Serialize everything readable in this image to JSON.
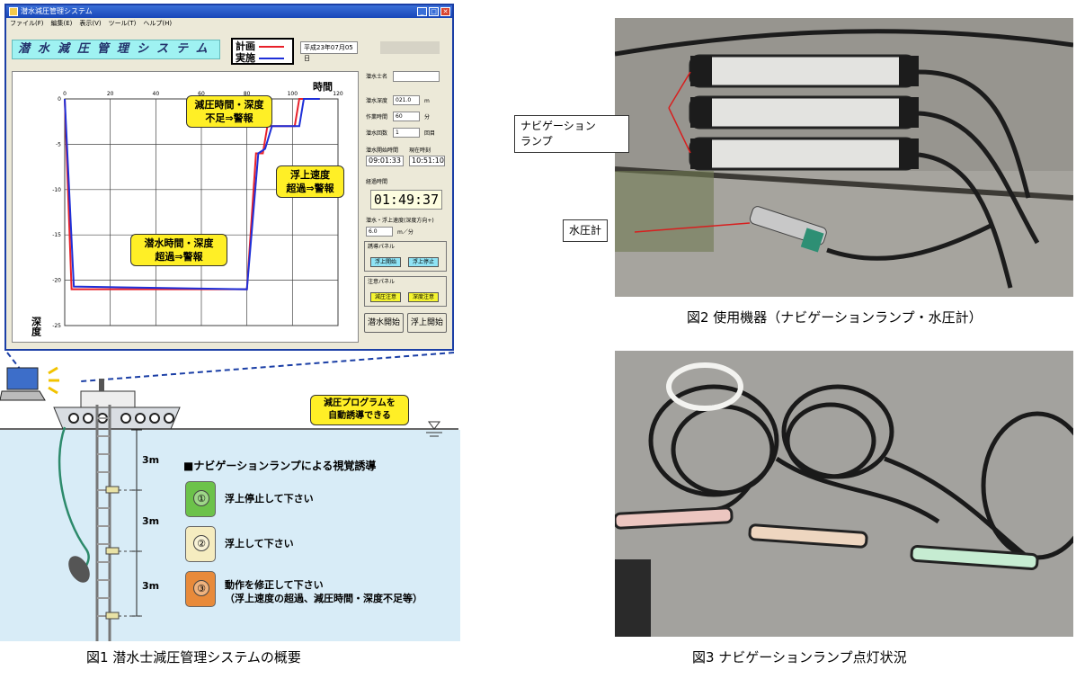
{
  "figure1": {
    "caption": "図1 潜水士減圧管理システムの概要",
    "window": {
      "title": "潜水減圧管理システム",
      "menu": [
        "ファイル(F)",
        "編集(E)",
        "表示(V)",
        "ツール(T)",
        "ヘルプ(H)"
      ],
      "controls": [
        "_",
        "□",
        "✕"
      ]
    },
    "app_header": "潜水減圧管理システム",
    "legend": {
      "plan": "計画",
      "actual": "実施",
      "plan_color": "#e8202a",
      "actual_color": "#1e2fd8"
    },
    "date": "平成23年07月05日",
    "right_panel": {
      "diver_name_label": "潜水士名",
      "diver_name_value": "",
      "depth_label": "潜水深度",
      "depth_value": "021.0",
      "depth_unit": "m",
      "work_time_label": "作業時間",
      "work_time_value": "60",
      "work_time_unit": "分",
      "dive_count_label": "潜水回数",
      "dive_count_value": "1",
      "dive_count_unit": "回目",
      "start_time_label": "潜水開始時間",
      "current_time_label": "現在時刻",
      "start_time_value": "09:01:33",
      "current_time_value": "10:51:10",
      "elapsed_label": "経過時間",
      "elapsed_value": "01:49:37",
      "speed_label": "潜水・浮上速度(深度方向+)",
      "speed_value": "6.0",
      "speed_unit": "m／分",
      "guide_panel_label": "誘導パネル",
      "guide_btn1": "浮上開始",
      "guide_btn2": "浮上停止",
      "warn_panel_label": "注意パネル",
      "warn_btn1": "減圧注意",
      "warn_btn2": "深度注意",
      "dive_start_button": "潜水開始",
      "ascent_start_button": "浮上開始"
    },
    "callouts": {
      "decompression_short": "減圧時間・深度\n不足⇒警報",
      "ascent_speed": "浮上速度\n超過⇒警報",
      "dive_exceed": "潜水時間・深度\n超過⇒警報",
      "auto_guide": "減圧プログラムを\n自動誘導できる"
    },
    "chart_data": {
      "type": "line",
      "title": "",
      "xlabel": "時間",
      "ylabel": "深度",
      "xlim": [
        0,
        120
      ],
      "ylim": [
        -25,
        0
      ],
      "x_ticks": [
        0,
        20,
        40,
        60,
        80,
        100,
        120
      ],
      "y_ticks": [
        0,
        -5,
        -10,
        -15,
        -20,
        -25
      ],
      "series": [
        {
          "name": "計画",
          "color": "#e8202a",
          "points": [
            [
              0,
              0
            ],
            [
              3,
              -21
            ],
            [
              80,
              -21
            ],
            [
              84,
              -6
            ],
            [
              87,
              -6
            ],
            [
              89,
              -3
            ],
            [
              101,
              -3
            ],
            [
              103,
              0
            ],
            [
              112,
              0
            ]
          ]
        },
        {
          "name": "実施",
          "color": "#1e2fd8",
          "points": [
            [
              0,
              0
            ],
            [
              4,
              -20.7
            ],
            [
              80,
              -21
            ],
            [
              85,
              -6
            ],
            [
              88,
              -5.5
            ],
            [
              91,
              -3
            ],
            [
              103,
              -3
            ],
            [
              105,
              0
            ],
            [
              112,
              0
            ]
          ]
        }
      ]
    },
    "diagram": {
      "title": "■ナビゲーションランプによる視覚誘導",
      "spacings": [
        "3m",
        "3m",
        "3m"
      ],
      "steps": [
        {
          "num": "①",
          "label": "浮上停止して下さい",
          "color": "#6cc24a"
        },
        {
          "num": "②",
          "label": "浮上して下さい",
          "color": "#f5ecc0"
        },
        {
          "num": "③",
          "label": "動作を修正して下さい\n（浮上速度の超過、減圧時間・深度不足等）",
          "color": "#e88a3a"
        }
      ]
    }
  },
  "figure2": {
    "caption": "図2 使用機器（ナビゲーションランプ・水圧計）",
    "label_lamp": "ナビゲーション\nランプ",
    "label_gauge": "水圧計"
  },
  "figure3": {
    "caption": "図3 ナビゲーションランプ点灯状況"
  }
}
